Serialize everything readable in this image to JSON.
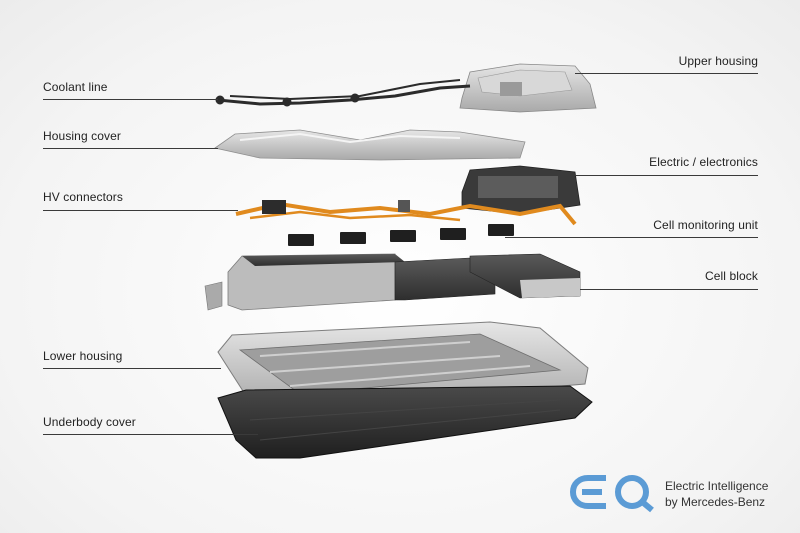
{
  "labels": {
    "upper_housing": "Upper housing",
    "coolant_line": "Coolant line",
    "housing_cover": "Housing cover",
    "electric_electronics": "Electric / electronics",
    "hv_connectors": "HV connectors",
    "cell_monitoring_unit": "Cell monitoring unit",
    "cell_block": "Cell block",
    "lower_housing": "Lower housing",
    "underbody_cover": "Underbody cover"
  },
  "brand": {
    "logo": "EQ",
    "line1": "Electric Intelligence",
    "line2": "by Mercedes-Benz",
    "color": "#5b9bd5"
  },
  "colors": {
    "orange_cable": "#e08a1e",
    "metal": "#c8c8c8",
    "dark": "#2a2a2a"
  }
}
